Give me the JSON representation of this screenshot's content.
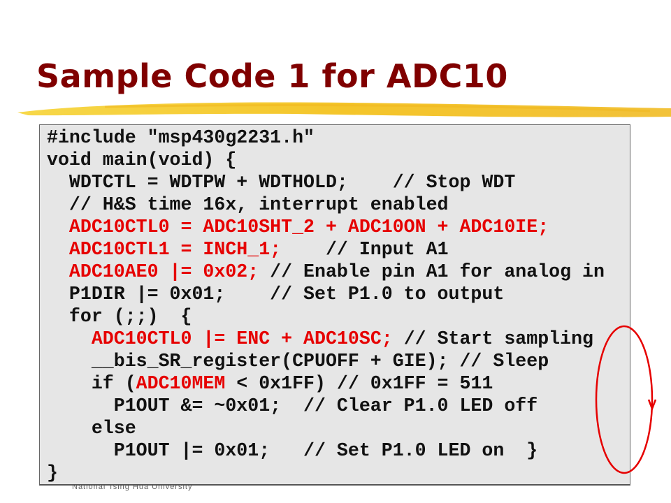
{
  "title": "Sample Code 1 for ADC10",
  "footer": "National Tsing Hua University",
  "colors": {
    "title": "#800000",
    "highlight": "#e60000",
    "annotation": "#e60000"
  },
  "code_lines": [
    [
      {
        "t": "#include \"msp430g2231.h\"",
        "red": false
      }
    ],
    [
      {
        "t": "void main(void) {",
        "red": false
      }
    ],
    [
      {
        "t": "  WDTCTL = WDTPW + WDTHOLD;    // Stop WDT",
        "red": false
      }
    ],
    [
      {
        "t": "  // H&S time 16x, interrupt enabled",
        "red": false
      }
    ],
    [
      {
        "t": "  ADC10CTL0 = ADC10SHT_2 + ADC10ON + ADC10IE;",
        "red": true
      }
    ],
    [
      {
        "t": "  ADC10CTL1 = INCH_1;",
        "red": true
      },
      {
        "t": "    // Input A1",
        "red": false
      }
    ],
    [
      {
        "t": "  ADC10AE0 |= 0x02;",
        "red": true
      },
      {
        "t": " // Enable pin A1 for analog in",
        "red": false
      }
    ],
    [
      {
        "t": "  P1DIR |= 0x01;    // Set P1.0 to output",
        "red": false
      }
    ],
    [
      {
        "t": "  for (;;)  {",
        "red": false
      }
    ],
    [
      {
        "t": "    ",
        "red": false
      },
      {
        "t": "ADC10CTL0 |= ENC + ADC10SC;",
        "red": true
      },
      {
        "t": " // Start sampling",
        "red": false
      }
    ],
    [
      {
        "t": "    __bis_SR_register(CPUOFF + GIE); // Sleep",
        "red": false
      }
    ],
    [
      {
        "t": "    if (",
        "red": false
      },
      {
        "t": "ADC10MEM",
        "red": true
      },
      {
        "t": " < 0x1FF) // 0x1FF = 511",
        "red": false
      }
    ],
    [
      {
        "t": "      P1OUT &= ~0x01;  // Clear P1.0 LED off",
        "red": false
      }
    ],
    [
      {
        "t": "    else",
        "red": false
      }
    ],
    [
      {
        "t": "      P1OUT |= 0x01;   // Set P1.0 LED on  }",
        "red": false
      }
    ],
    [
      {
        "t": "}",
        "red": false
      }
    ]
  ]
}
